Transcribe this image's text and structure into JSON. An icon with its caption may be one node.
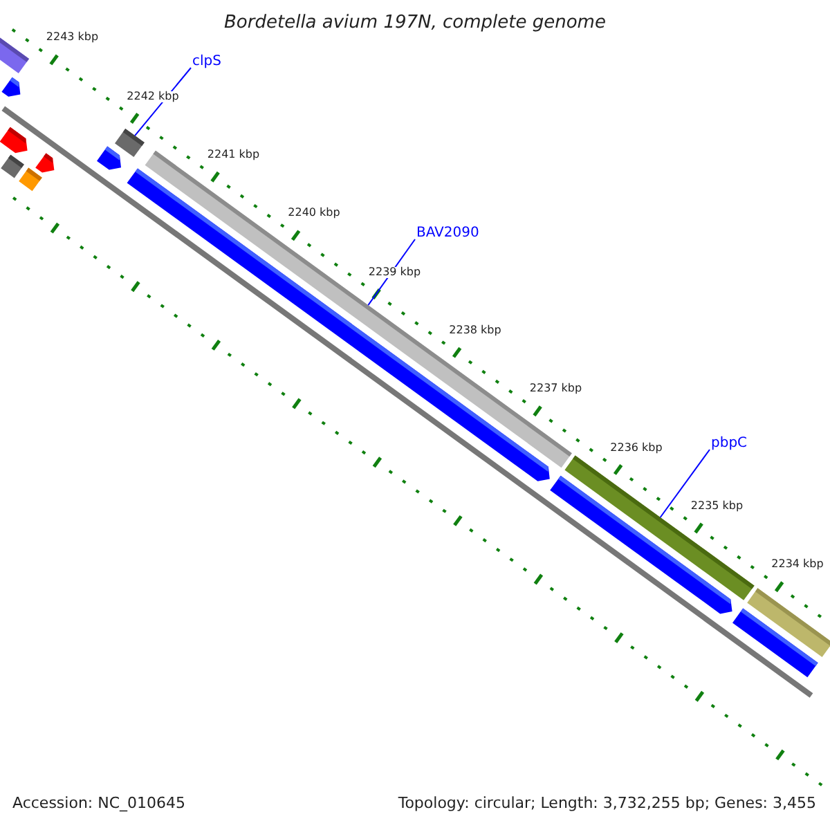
{
  "diagram": {
    "title": "Bordetella avium 197N, complete genome",
    "nodes": [
      {
        "text": [
          "clpS"
        ]
      },
      {
        "text": [],
        "shape": "bar"
      },
      {
        "text": [
          "BAV2090"
        ]
      },
      {
        "text": [],
        "shape": "bar"
      },
      {
        "text": [
          "pbpC"
        ]
      },
      {
        "text": [],
        "shape": "bar"
      }
    ],
    "edges": [
      {
        "from": 0,
        "to": 1,
        "arrow": "none"
      },
      {
        "from": 2,
        "to": 3,
        "arrow": "none"
      },
      {
        "from": 4,
        "to": 5,
        "arrow": "none"
      }
    ],
    "labels": [
      "2243 kbp",
      "2242 kbp",
      "2241 kbp",
      "2240 kbp",
      "2239 kbp",
      "2238 kbp",
      "2237 kbp",
      "2236 kbp",
      "2235 kbp",
      "2234 kbp",
      "Accession: NC_010645",
      "Topology: circular; Length: 3,732,255 bp; Genes: 3,455"
    ]
  }
}
